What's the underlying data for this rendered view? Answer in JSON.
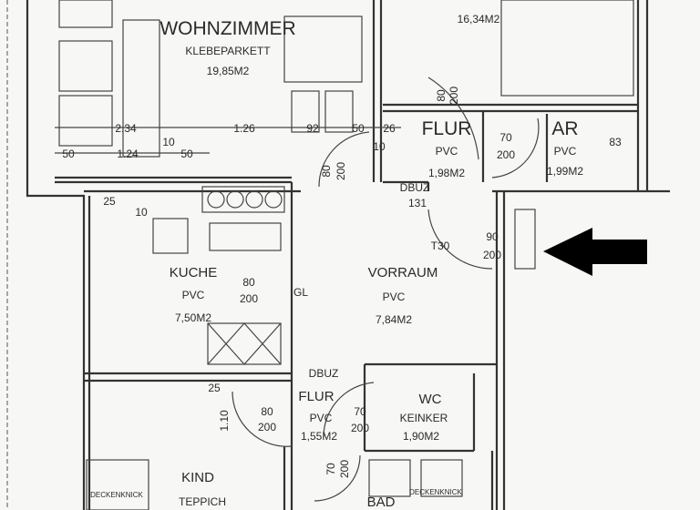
{
  "rooms": {
    "wohnzimmer": {
      "name": "WOHNZIMMER",
      "floor": "KLEBEPARKETT",
      "area": "19,85M2"
    },
    "top_room": {
      "area": "16,34M2"
    },
    "flur_top": {
      "name": "FLUR",
      "floor": "PVC",
      "area": "1,98M2"
    },
    "ar": {
      "name": "AR",
      "floor": "PVC",
      "area": "1,99M2"
    },
    "kuche": {
      "name": "KUCHE",
      "floor": "PVC",
      "area": "7,50M2"
    },
    "vorraum": {
      "name": "VORRAUM",
      "floor": "PVC",
      "area": "7,84M2"
    },
    "flur_bottom": {
      "name": "FLUR",
      "floor": "PVC",
      "area": "1,55M2"
    },
    "wc": {
      "name": "WC",
      "floor": "KEINKER",
      "area": "1,90M2"
    },
    "kind": {
      "name": "KIND",
      "floor": "TEPPICH"
    },
    "bad": {
      "name": "BAD"
    }
  },
  "annotations": {
    "dbuz_top": "DBUZ",
    "dbuz_bottom": "DBUZ",
    "dim_131": "131",
    "t30": "T30",
    "gl": "GL",
    "deckenknick_left": "DECKENKNICK",
    "deckenknick_right": "DECKENKNICK"
  },
  "dimensions": {
    "d234": "2.34",
    "d126": "1.26",
    "d92": "92",
    "d50a": "50",
    "d26": "26",
    "d10a": "10",
    "d50b": "50",
    "d124": "1.24",
    "d50c": "50",
    "d10b": "10",
    "d83": "83",
    "d25a": "25",
    "d10c": "10",
    "d25b": "25",
    "d110": "1.10"
  },
  "doors": {
    "wohn_flur": {
      "w": "80",
      "h": "200"
    },
    "top_flur": {
      "w": "80",
      "h": "200"
    },
    "ar": {
      "w": "70",
      "h": "200"
    },
    "entry": {
      "w": "90",
      "h": "200"
    },
    "kuche": {
      "w": "80",
      "h": "200"
    },
    "kind": {
      "w": "80",
      "h": "200"
    },
    "wc": {
      "w": "70",
      "h": "200"
    },
    "bad": {
      "w": "70",
      "h": "200"
    }
  },
  "pointer": {
    "icon": "arrow-left-icon",
    "color": "#000000"
  }
}
